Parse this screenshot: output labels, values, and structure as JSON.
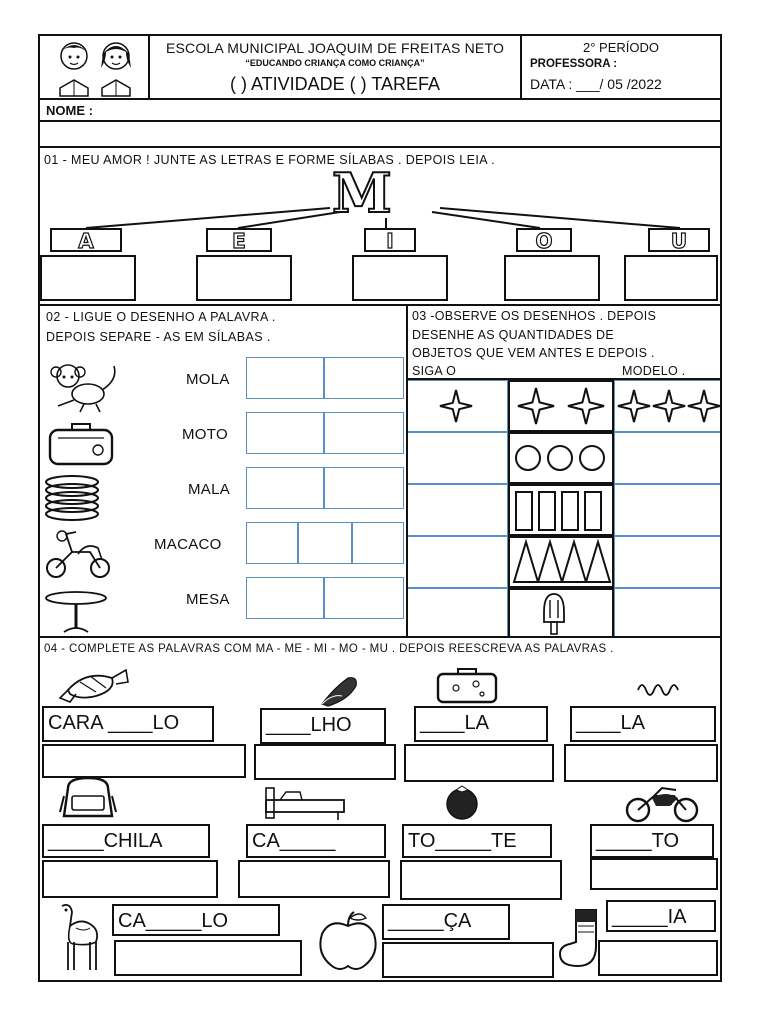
{
  "header": {
    "school": "ESCOLA MUNICIPAL JOAQUIM DE FREITAS NETO",
    "motto": "“EDUCANDO CRIANÇA COMO CRIANÇA”",
    "type_line": "(   ) ATIVIDADE   (   ) TAREFA",
    "period": "2° PERÍODO",
    "teacher": "PROFESSORA :",
    "date": "DATA : ___/ 05 /2022",
    "name_label": "NOME :"
  },
  "q1": {
    "instruction": "01 - MEU  AMOR !  JUNTE   AS   LETRAS  E   FORME   SÍLABAS  .  DEPOIS  LEIA  .",
    "big_letter": "M",
    "vowels": [
      "A",
      "E",
      "I",
      "O",
      "U"
    ]
  },
  "q2": {
    "line1": "02 - LIGUE  O  DESENHO  A  PALAVRA .",
    "line2": "DEPOIS  SEPARE - AS  EM  SÍLABAS .",
    "words": [
      "MOLA",
      "MOTO",
      "MALA",
      "MACACO",
      "MESA"
    ],
    "picture_icons": [
      "monkey-icon",
      "suitcase-icon",
      "spring-icon",
      "scooter-icon",
      "table-icon"
    ]
  },
  "q3": {
    "line1": "03 -OBSERVE  OS  DESENHOS . DEPOIS",
    "line2": "DESENHE  AS  QUANTIDADES   DE",
    "line3": "OBJETOS  QUE   VEM  ANTES  E  DEPOIS .",
    "line4a": "SIGA    O",
    "line4b": "MODELO .",
    "model_counts": {
      "before": 1,
      "middle": 2,
      "after": 3
    },
    "middle_counts": [
      2,
      3,
      4,
      4,
      1
    ],
    "middle_icons": [
      "star-icon",
      "circle-icon",
      "rectangle-icon",
      "triangle-icon",
      "popsicle-icon"
    ]
  },
  "q4": {
    "instruction": "04 - COMPLETE   AS  PALAVRAS  COM   MA - ME - MI -  MO - MU .  DEPOIS   REESCREVA   AS   PALAVRAS .",
    "row1": [
      "CARA ____LO",
      "____LHO",
      "____LA",
      "____LA"
    ],
    "row2": [
      "_____CHILA",
      "CA_____",
      "TO_____TE",
      "_____TO"
    ],
    "row3": [
      "CA_____LO",
      "_____ÇA",
      "_____IA"
    ],
    "row1_icons": [
      "candy-icon",
      "corn-icon",
      "suitcase-icon",
      "spring-icon"
    ],
    "row2_icons": [
      "backpack-icon",
      "bed-icon",
      "tomato-icon",
      "motorcycle-icon"
    ],
    "row3_icons": [
      "camel-icon",
      "apple-icon",
      "sock-icon"
    ]
  }
}
